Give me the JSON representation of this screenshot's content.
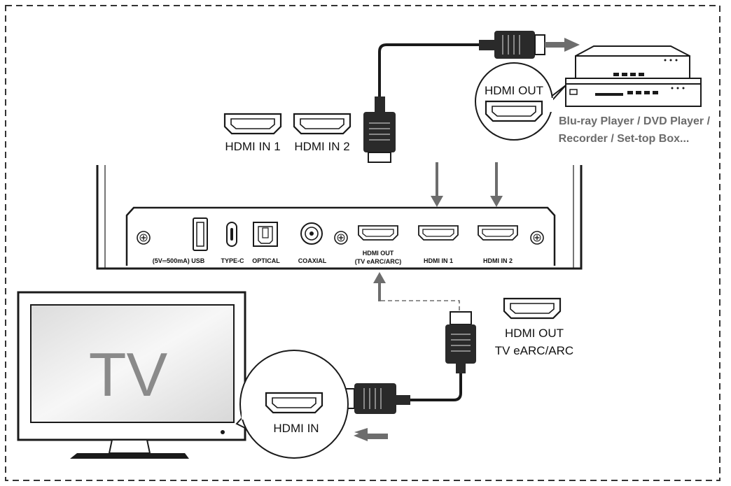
{
  "labels": {
    "hdmi_in_1": "HDMI IN 1",
    "hdmi_in_2": "HDMI IN 2",
    "hdmi_out_callout": "HDMI OUT",
    "source_devices_line1": "Blu-ray Player / DVD Player /",
    "source_devices_line2": "Recorder / Set-top Box...",
    "hdmi_out_earc_line1": "HDMI OUT",
    "hdmi_out_earc_line2": "TV eARC/ARC",
    "hdmi_in_callout": "HDMI IN",
    "tv": "TV"
  },
  "panel_ports": {
    "usb": "(5V═500mA) USB",
    "type_c": "TYPE-C",
    "optical": "OPTICAL",
    "coaxial": "COAXIAL",
    "hdmi_out_line1": "HDMI OUT",
    "hdmi_out_line2": "(TV eARC/ARC)",
    "hdmi_in_1": "HDMI IN 1",
    "hdmi_in_2": "HDMI IN 2"
  },
  "colors": {
    "line": "#1a1a1a",
    "arrow": "#6d6d6d",
    "device_text": "#6b6b6b",
    "tv_text": "#8a8a8a"
  }
}
